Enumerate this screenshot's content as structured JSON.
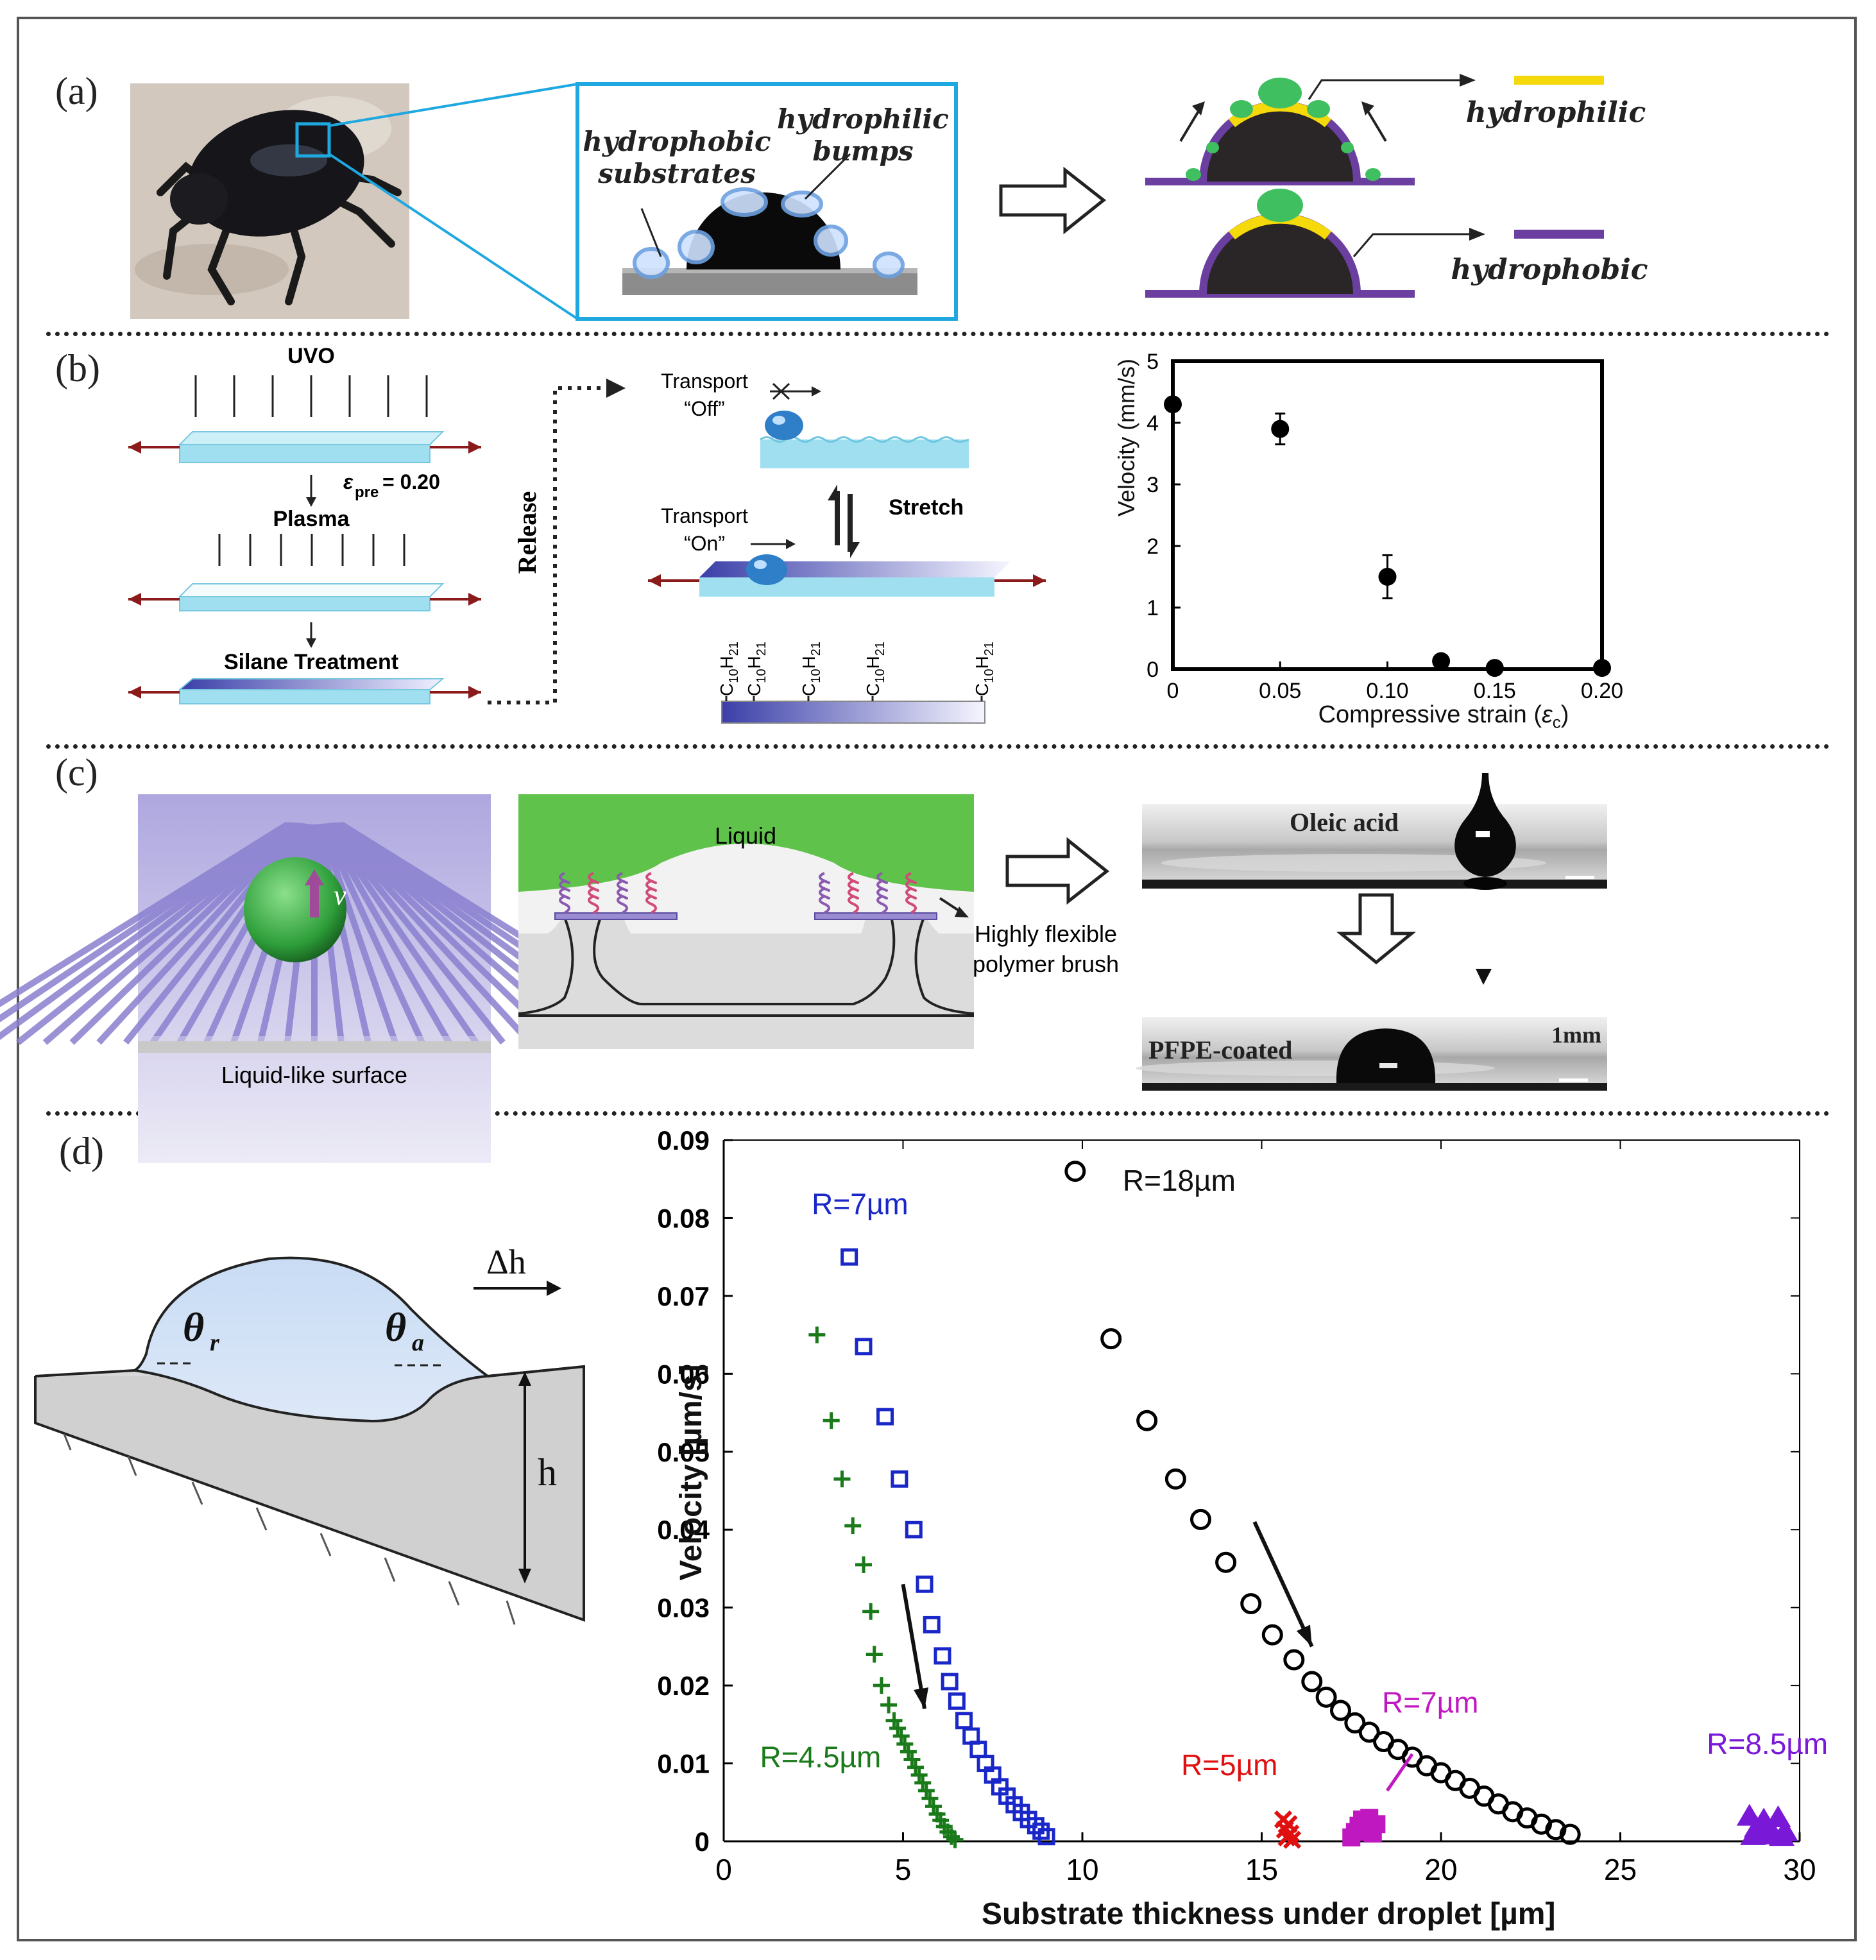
{
  "panels": {
    "a": {
      "label": "(a)",
      "hydrophobic_substrates": [
        "hydrophobic",
        "substrates"
      ],
      "hydrophilic_bumps": [
        "hydrophilic",
        "bumps"
      ],
      "legend_hydrophilic": "hydrophilic",
      "legend_hydrophobic": "hydrophobic",
      "colors": {
        "hydrophilic": "#f5d90a",
        "hydrophobic": "#6a3fa0",
        "zoom_box": "#1fa8e0"
      }
    },
    "b": {
      "label": "(b)",
      "uvo": "UVO",
      "epsilon_pre_symbol": "ε",
      "epsilon_pre_sub": "pre",
      "epsilon_pre_value": " = 0.20",
      "plasma": "Plasma",
      "silane": "Silane Treatment",
      "release": "Release",
      "transport_off": [
        "Transport",
        "“Off”"
      ],
      "transport_on": [
        "Transport",
        "“On”"
      ],
      "stretch": "Stretch",
      "chain_label": "C10H21",
      "chain_base": "C",
      "chain_sub1": "10",
      "chain_h": "H",
      "chain_sub2": "21"
    },
    "c": {
      "label": "(c)",
      "velocity_symbol": "v",
      "liquid": "Liquid",
      "brush": [
        "Highly flexible",
        "polymer brush"
      ],
      "surface": "Liquid-like surface",
      "oleic": "Oleic acid",
      "pfpe": "PFPE-coated",
      "scale": "1mm"
    },
    "d": {
      "label": "(d)",
      "theta_r": "θ",
      "theta_r_sub": "r",
      "theta_a": "θ",
      "theta_a_sub": "a",
      "delta_h": "Δh",
      "h": "h"
    }
  },
  "chart_data": [
    {
      "type": "scatter",
      "id": "b",
      "x": [
        0,
        0.05,
        0.1,
        0.125,
        0.15,
        0.2
      ],
      "y": [
        4.3,
        3.9,
        1.5,
        0.13,
        0.02,
        0.02
      ],
      "yerr": [
        0,
        0.25,
        0.35,
        0,
        0,
        0
      ],
      "xlim": [
        0,
        0.2
      ],
      "ylim": [
        0,
        5
      ],
      "xticks": [
        "0",
        "0.05",
        "0.10",
        "0.15",
        "0.20"
      ],
      "yticks": [
        "0",
        "1",
        "2",
        "3",
        "4",
        "5"
      ],
      "xlabel_main": "Compressive strain (",
      "xlabel_symbol": "ε",
      "xlabel_sub": "c",
      "xlabel_end": ")",
      "ylabel": "Velocity (mm/s)"
    },
    {
      "type": "scatter",
      "id": "d",
      "xlim": [
        0,
        30
      ],
      "ylim": [
        0,
        0.09
      ],
      "xticks": [
        "0",
        "5",
        "10",
        "15",
        "20",
        "25",
        "30"
      ],
      "yticks": [
        "0",
        "0.01",
        "0.02",
        "0.03",
        "0.04",
        "0.05",
        "0.06",
        "0.07",
        "0.08",
        "0.09"
      ],
      "xlabel": "Substrate thickness under droplet [µm]",
      "ylabel": "Velocity [µm/s]",
      "series": [
        {
          "name": "R=4.5µm",
          "marker": "plus",
          "color": "#1a7a1a",
          "x": [
            2.6,
            3.0,
            3.3,
            3.6,
            3.9,
            4.1,
            4.2,
            4.4,
            4.6,
            4.75,
            4.85,
            4.95,
            5.05,
            5.15,
            5.25,
            5.35,
            5.45,
            5.55,
            5.65,
            5.75,
            5.85,
            5.95,
            6.05,
            6.15,
            6.25,
            6.35,
            6.45
          ],
          "y": [
            0.065,
            0.054,
            0.0465,
            0.0405,
            0.0355,
            0.0295,
            0.024,
            0.02,
            0.0175,
            0.0155,
            0.0145,
            0.0135,
            0.0125,
            0.0115,
            0.0105,
            0.0095,
            0.0085,
            0.0075,
            0.0065,
            0.0055,
            0.0045,
            0.0035,
            0.0027,
            0.0019,
            0.0012,
            0.0006,
            0.0002
          ]
        },
        {
          "name": "R=7µm",
          "marker": "square",
          "color": "#1a27c8",
          "x": [
            3.5,
            3.9,
            4.5,
            4.9,
            5.3,
            5.6,
            5.8,
            6.1,
            6.3,
            6.5,
            6.7,
            6.9,
            7.1,
            7.3,
            7.5,
            7.7,
            7.9,
            8.1,
            8.3,
            8.5,
            8.7,
            8.85,
            9.0
          ],
          "y": [
            0.075,
            0.0635,
            0.0545,
            0.0465,
            0.04,
            0.033,
            0.0278,
            0.0238,
            0.0205,
            0.018,
            0.0155,
            0.0135,
            0.0118,
            0.01,
            0.0085,
            0.007,
            0.0058,
            0.0047,
            0.0037,
            0.0028,
            0.002,
            0.0013,
            0.0006
          ]
        },
        {
          "name": "R=18µm",
          "marker": "circle",
          "color": "#000000",
          "x": [
            9.8,
            10.8,
            11.8,
            12.6,
            13.3,
            14.0,
            14.7,
            15.3,
            15.9,
            16.4,
            16.8,
            17.2,
            17.6,
            18.0,
            18.4,
            18.8,
            19.2,
            19.6,
            20.0,
            20.4,
            20.8,
            21.2,
            21.6,
            22.0,
            22.4,
            22.8,
            23.2,
            23.6
          ],
          "y": [
            0.086,
            0.0645,
            0.054,
            0.0465,
            0.0413,
            0.0358,
            0.0305,
            0.0265,
            0.0233,
            0.0205,
            0.0185,
            0.0168,
            0.0152,
            0.014,
            0.0128,
            0.0118,
            0.0108,
            0.0097,
            0.0088,
            0.0078,
            0.0068,
            0.0058,
            0.0048,
            0.0038,
            0.003,
            0.0022,
            0.0015,
            0.0009
          ]
        },
        {
          "name": "R=5µm",
          "marker": "cross",
          "color": "#e01010",
          "x": [
            15.6,
            15.65,
            15.7,
            15.75,
            15.8,
            15.85
          ],
          "y": [
            0.0028,
            0.0015,
            0.0005,
            0.0022,
            0.001,
            0.0002
          ]
        },
        {
          "name": "R=7µm",
          "marker": "filled-square",
          "color": "#c018c0",
          "x": [
            17.5,
            17.6,
            17.7,
            17.8,
            17.9,
            18.0,
            18.1,
            18.2
          ],
          "y": [
            0.0005,
            0.0012,
            0.002,
            0.0028,
            0.0015,
            0.003,
            0.001,
            0.0022
          ]
        },
        {
          "name": "R=8.5µm",
          "marker": "triangle",
          "color": "#7a18d8",
          "x": [
            28.6,
            28.8,
            29.0,
            29.2,
            29.4,
            29.6,
            28.7,
            29.1,
            29.5
          ],
          "y": [
            0.003,
            0.0015,
            0.0025,
            0.0012,
            0.0028,
            0.001,
            0.0005,
            0.0006,
            0.0004
          ]
        }
      ],
      "annotations": [
        "R=7µm",
        "R=18µm",
        "R=4.5µm",
        "R=5µm",
        "R=7µm",
        "R=8.5µm"
      ]
    }
  ]
}
